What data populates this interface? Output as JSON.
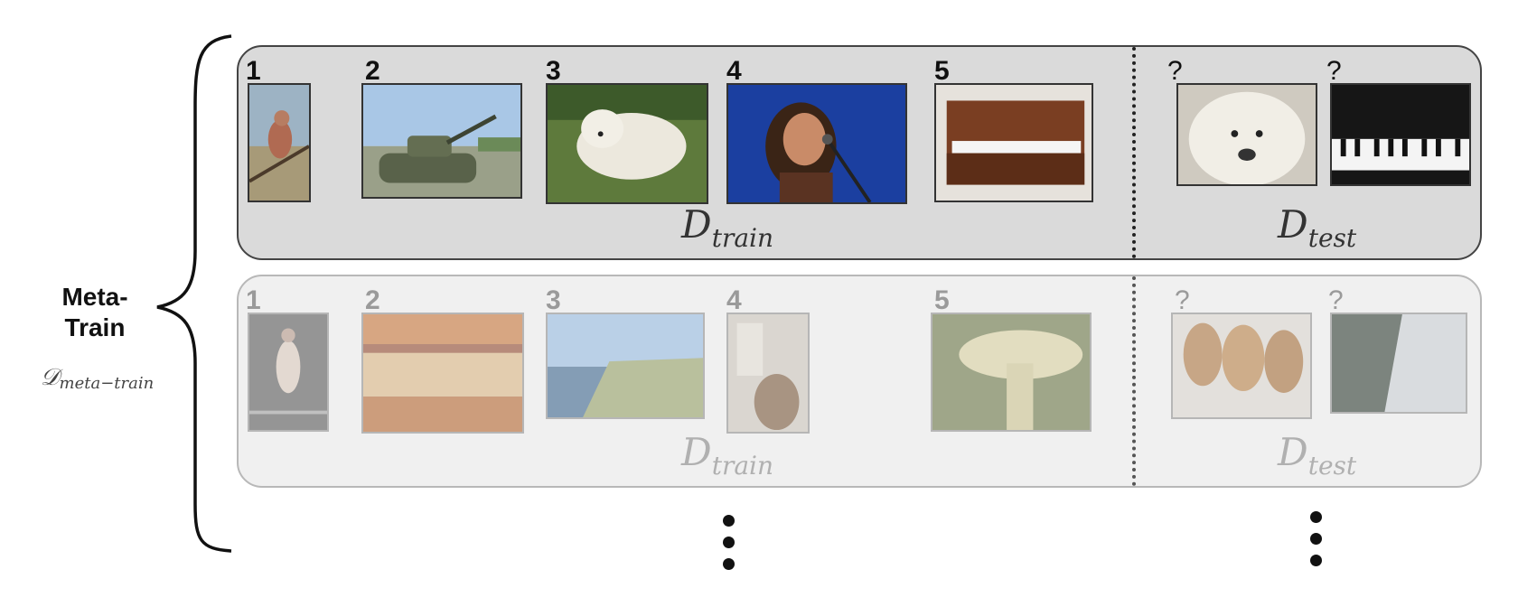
{
  "meta": {
    "title_line1": "Meta-",
    "title_line2": "Train",
    "dataset_symbol": "𝒟",
    "dataset_subscript": "meta−train"
  },
  "episodes": [
    {
      "train_labels": [
        "1",
        "2",
        "3",
        "4",
        "5"
      ],
      "test_labels": [
        "?",
        "?"
      ],
      "train_images": [
        "bird-on-branch",
        "tank",
        "white-dog",
        "singer-with-microphone",
        "upright-piano"
      ],
      "test_images": [
        "white-dog-closeup",
        "piano-keys"
      ],
      "train_set": {
        "symbol": "D",
        "subscript": "train"
      },
      "test_set": {
        "symbol": "D",
        "subscript": "test"
      }
    },
    {
      "train_labels": [
        "1",
        "2",
        "3",
        "4",
        "5"
      ],
      "test_labels": [
        "?",
        "?"
      ],
      "train_images": [
        "gymnast",
        "carousel",
        "sea-cliff",
        "barrel",
        "mushroom"
      ],
      "test_images": [
        "barrels",
        "cliffs"
      ],
      "train_set": {
        "symbol": "D",
        "subscript": "train"
      },
      "test_set": {
        "symbol": "D",
        "subscript": "test"
      }
    }
  ],
  "colors": {
    "active_panel": "#dadada",
    "faded_panel": "#f0f0f0",
    "divider": "#222222"
  }
}
